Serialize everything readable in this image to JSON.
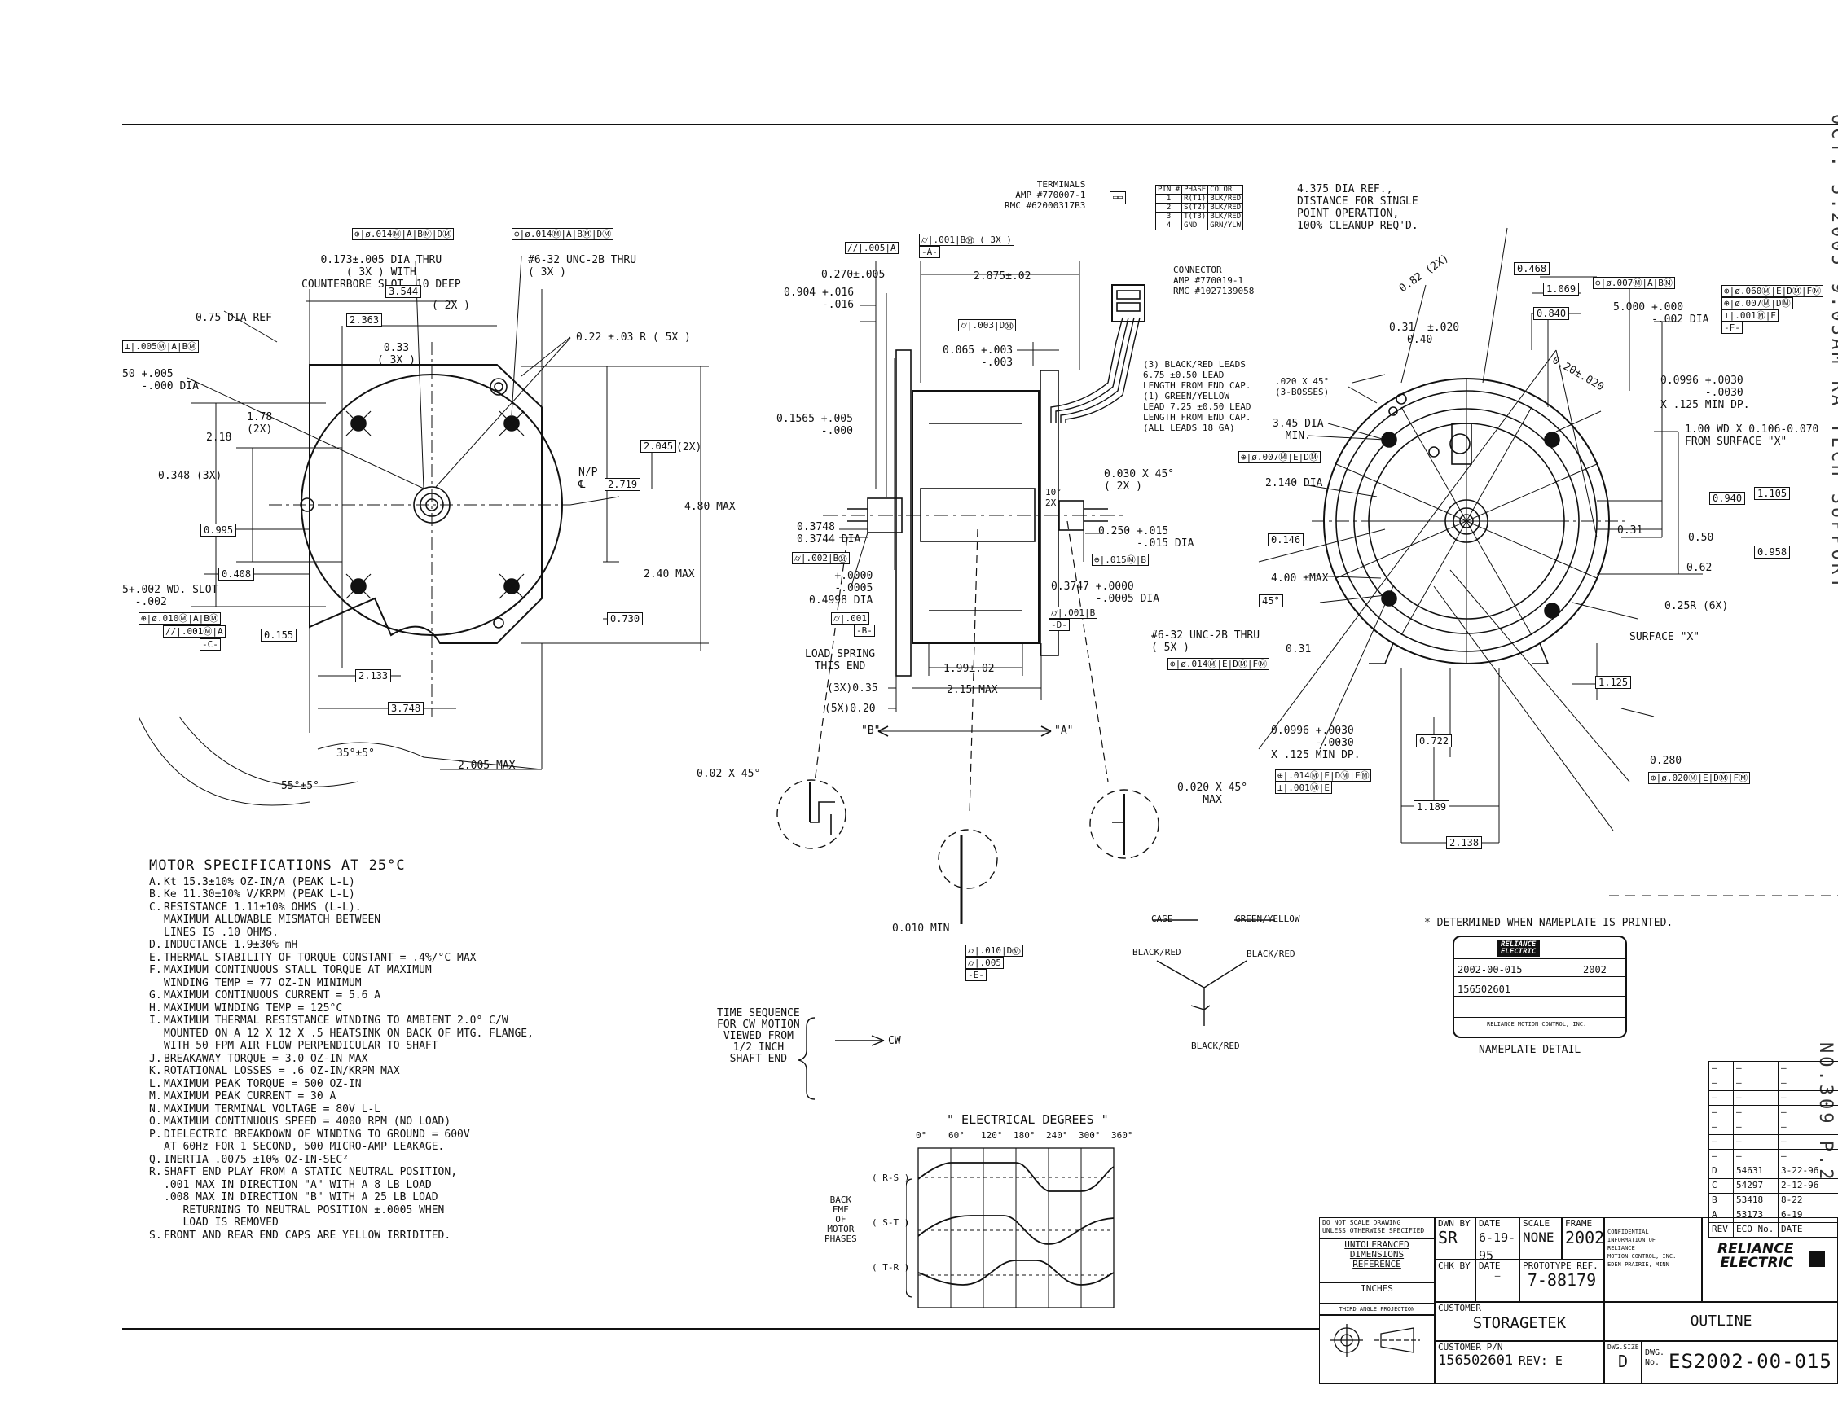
{
  "stamp": {
    "right_margin_text": "OCT. 5.2005 9:03AM RA TECH SUPPORT",
    "fax_no": "NO.309 P.2"
  },
  "front_view": {
    "fcf_top_left": "⊕|ø.014Ⓜ|A|BⓂ|DⓂ",
    "fcf_top_right": "⊕|ø.014Ⓜ|A|BⓂ|DⓂ",
    "hole_note": "0.173±.005 DIA THRU\n( 3X ) WITH\nCOUNTERBORE SLOT .10 DEEP",
    "tapped_note": "#6-32 UNC-2B THRU\n( 3X )",
    "dim_544": "3.544",
    "dim_544_qty": "( 2X )",
    "dia_ref": "0.75 DIA REF",
    "dim_2363": "2.363",
    "dim_033": "0.33\n( 3X )",
    "radius_note": "0.22 ±.03 R ( 5X )",
    "fcf_left": "⊥|.005Ⓜ|A|BⓂ",
    "dia_left": "50 +.005\n   -.000 DIA",
    "dim_218": "2.18",
    "dim_178": "1.78\n(2X)",
    "dim_0348": "0.348 (3X)",
    "dim_0995": "0.995",
    "dim_2045": "2.045",
    "dim_2045_qty": "(2X)",
    "np_label": "N/P\n℄",
    "dim_2719": "2.719",
    "dim_480": "4.80 MAX",
    "dim_240": "2.40 MAX",
    "dim_0408": "0.408",
    "slot_note": "5+.002 WD. SLOT\n  -.002",
    "fcf_slot": "⊕|ø.010Ⓜ|A|BⓂ",
    "datum_c_fcf": "//|.001Ⓜ|A",
    "datum_c": "-C-",
    "dim_0155": "0.155",
    "dim_0730": "0.730",
    "dim_2133": "2.133",
    "dim_3748": "3.748",
    "ang_35": "35°±5°",
    "ang_55": "55°±5°",
    "dim_2005": "2.005 MAX"
  },
  "side_view": {
    "terminals": "TERMINALS\nAMP #770007-1\nRMC #62000317B3",
    "pin_table_header": [
      "PIN #",
      "PHASE",
      "COLOR"
    ],
    "pin_table": [
      [
        "1",
        "R(T1)",
        "BLK/RED"
      ],
      [
        "2",
        "S(T2)",
        "BLK/RED"
      ],
      [
        "3",
        "T(T3)",
        "BLK/RED"
      ],
      [
        "4",
        "GND",
        "GRN/YLW"
      ]
    ],
    "connector": "CONNECTOR\nAMP #770019-1\nRMC #1027139058",
    "leads_note": "(3) BLACK/RED LEADS\n6.75 ±0.50 LEAD\nLENGTH FROM END CAP.\n(1) GREEN/YELLOW\nLEAD 7.25 ±0.50 LEAD\nLENGTH FROM END CAP.\n(ALL LEADS 18 GA)",
    "fcf_a": "//|.005|A",
    "fcf_a2": "⌭|.001|BⓂ ( 3X )",
    "datum_a": "-A-",
    "dim_0270": "0.270±.005",
    "dim_2875": "2.875±.02",
    "fcf_d": "⌭|.003|DⓂ",
    "dim_0904": "0.904 +.016\n      -.016",
    "dim_0065": "0.065 +.003\n      -.003",
    "dim_01565": "0.1565 +.005\n       -.000",
    "chamfer_2x": "0.030 X 45°\n( 2X )",
    "dim_0250": "0.250 +.015\n      -.015 DIA",
    "fcf_0158": "⊕|.015Ⓜ|B",
    "dim_03748": "0.3748\n0.3744 DIA",
    "fcf_002b": "⌭|.002|BⓂ",
    "dim_04998": "+.0000\n-.0005\n0.4998 DIA",
    "fcf_001b": "⌭|.001",
    "datum_b": "-B-",
    "dim_03747": "0.3747 +.0000\n       -.0005 DIA",
    "fcf_001d": "⌭|.001|B",
    "datum_d": "-D-",
    "load_spring": "LOAD SPRING\nTHIS END",
    "dim_035": "(3X)0.35",
    "dim_020": "(5X)0.20",
    "dim_199": "1.99±.02",
    "dim_215": "2.15 MAX",
    "dir_b": "\"B\"",
    "dir_a": "\"A\"",
    "chamfer_002": "0.02 X 45°",
    "chamfer_0020": "0.020 X 45°\nMAX",
    "dim_0010": "0.010 MIN",
    "fcf_e1": "⌭|.010|DⓂ",
    "fcf_e2": "⌭|.005",
    "datum_e": "-E-",
    "dim_10": "10°\n2X"
  },
  "rear_view": {
    "dia_ref_note": "4.375 DIA REF.,\nDISTANCE FOR SINGLE\nPOINT OPERATION,\n100% CLEANUP REQ'D.",
    "dim_0468": "0.468",
    "dim_1069": "1.069",
    "dim_0840": "0.840",
    "fcf_5000": "⊕|ø.007Ⓜ|A|BⓂ",
    "dim_5000": "5.000 +.000\n      -.002 DIA",
    "fcf_rt1": "⊕|ø.060Ⓜ|E|DⓂ|FⓂ",
    "fcf_rt2": "⊕|ø.007Ⓜ|DⓂ",
    "fcf_rt3": "⊥|.001Ⓜ|E",
    "datum_f": "-F-",
    "dim_082": "0.82 (2X)",
    "dim_031": "0.31",
    "dim_040": "0.40",
    "dim_020pm": "±.020",
    "dim_020_2": "0.20±.020",
    "chamfer_020": ".020 X 45°\n(3-BOSSES)",
    "dim_345": "3.45 DIA\nMIN.",
    "dim_00996": "0.0996 +.0030\n       -.0030\nX .125 MIN DP.",
    "bore_note": "1.00 WD X 0.106-0.070\nFROM SURFACE \"X\"",
    "fcf_345": "⊕|ø.007Ⓜ|E|DⓂ",
    "dim_2140": "2.140 DIA",
    "dim_0940": "0.940",
    "dim_1105": "1.105",
    "dim_0146": "0.146",
    "dim_031b": "0.31",
    "dim_050": "0.50",
    "dim_400": "4.00 ±MAX",
    "dim_062": "0.62",
    "dim_0958": "0.958",
    "ang_45": "45°",
    "dim_025r": "0.25R (6X)",
    "tap_note": "#6-32 UNC-2B THRU\n( 5X )",
    "fcf_tap": "⊕|ø.014Ⓜ|E|DⓂ|FⓂ",
    "surface_x": "SURFACE \"X\"",
    "dim_031c": "0.31",
    "dim_1125": "1.125",
    "dim_00996b": "0.0996 +.0030\n       -.0030\nX .125 MIN DP.",
    "fcf_bl1": "⊕|.014Ⓜ|E|DⓂ|FⓂ",
    "fcf_bl2": "⊥|.001Ⓜ|E",
    "dim_0722": "0.722",
    "dim_0280": "0.280",
    "fcf_0280": "⊕|ø.020Ⓜ|E|DⓂ|FⓂ",
    "dim_1189": "1.189",
    "dim_2138": "2.138"
  },
  "motor_specs": {
    "title": "MOTOR SPECIFICATIONS AT 25°C",
    "items": [
      {
        "k": "A.",
        "v": "Kt 15.3±10% OZ-IN/A (PEAK L-L)"
      },
      {
        "k": "B.",
        "v": "Ke 11.30±10% V/KRPM (PEAK L-L)"
      },
      {
        "k": "C.",
        "v": "RESISTANCE 1.11±10% OHMS (L-L).\nMAXIMUM ALLOWABLE MISMATCH BETWEEN\nLINES IS .10 OHMS."
      },
      {
        "k": "D.",
        "v": "INDUCTANCE 1.9±30% mH"
      },
      {
        "k": "E.",
        "v": "THERMAL STABILITY OF TORQUE CONSTANT = .4%/°C MAX"
      },
      {
        "k": "F.",
        "v": "MAXIMUM CONTINUOUS STALL TORQUE AT MAXIMUM\nWINDING TEMP = 77 OZ-IN MINIMUM"
      },
      {
        "k": "G.",
        "v": "MAXIMUM CONTINUOUS CURRENT = 5.6 A"
      },
      {
        "k": "H.",
        "v": "MAXIMUM WINDING TEMP = 125°C"
      },
      {
        "k": "I.",
        "v": "MAXIMUM THERMAL RESISTANCE WINDING TO AMBIENT 2.0° C/W\nMOUNTED ON A 12 X 12 X .5 HEATSINK ON BACK OF MTG. FLANGE,\nWITH 50 FPM AIR FLOW PERPENDICULAR TO SHAFT"
      },
      {
        "k": "J.",
        "v": "BREAKAWAY TORQUE = 3.0 OZ-IN MAX"
      },
      {
        "k": "K.",
        "v": "ROTATIONAL LOSSES = .6 OZ-IN/KRPM MAX"
      },
      {
        "k": "L.",
        "v": "MAXIMUM PEAK TORQUE = 500 OZ-IN"
      },
      {
        "k": "M.",
        "v": "MAXIMUM PEAK CURRENT = 30 A"
      },
      {
        "k": "N.",
        "v": "MAXIMUM TERMINAL VOLTAGE = 80V L-L"
      },
      {
        "k": "O.",
        "v": "MAXIMUM CONTINUOUS SPEED = 4000 RPM (NO LOAD)"
      },
      {
        "k": "P.",
        "v": "DIELECTRIC BREAKDOWN OF WINDING TO GROUND = 600V\nAT 60Hz FOR 1 SECOND, 500 MICRO-AMP LEAKAGE."
      },
      {
        "k": "Q.",
        "v": "INERTIA .0075 ±10% OZ-IN-SEC²"
      },
      {
        "k": "R.",
        "v": "SHAFT END PLAY FROM A STATIC NEUTRAL POSITION,\n.001 MAX IN DIRECTION \"A\" WITH A 8 LB LOAD\n.008 MAX IN DIRECTION \"B\" WITH A 25 LB LOAD\n   RETURNING TO NEUTRAL POSITION ±.0005 WHEN\n   LOAD IS REMOVED"
      },
      {
        "k": "S.",
        "v": "FRONT AND REAR END CAPS ARE YELLOW IRRIDITED."
      }
    ]
  },
  "timing": {
    "time_sequence": "TIME SEQUENCE\nFOR CW MOTION\nVIEWED FROM\n1/2 INCH\nSHAFT END",
    "cw": "CW",
    "title": "\" ELECTRICAL DEGREES \"",
    "degrees": [
      "0°",
      "60°",
      "120°",
      "180°",
      "240°",
      "300°",
      "360°"
    ],
    "phases": [
      "( R-S )",
      "( S-T )",
      "( T-R )"
    ],
    "side_label": "BACK\nEMF\nOF\nMOTOR\nPHASES"
  },
  "wye": {
    "case": "CASE",
    "gy": "GREEN/YELLOW",
    "br1": "BLACK/RED",
    "br2": "BLACK/RED",
    "br3": "BLACK/RED"
  },
  "nameplate": {
    "note": "* DETERMINED WHEN NAMEPLATE IS PRINTED.",
    "brand": "RELIANCE\nELECTRIC",
    "part_no": "2002-00-015",
    "model_no": "2002",
    "cust_part": "156502601",
    "company": "RELIANCE MOTION CONTROL, INC.",
    "label": "NAMEPLATE DETAIL"
  },
  "revisions": {
    "rows": [
      [
        "D",
        "54631",
        "3-22-96"
      ],
      [
        "C",
        "54297",
        "2-12-96"
      ],
      [
        "B",
        "53418",
        "8-22"
      ],
      [
        "A",
        "53173",
        "6-19"
      ]
    ],
    "header": [
      "REV",
      "ECO No.",
      "DATE"
    ]
  },
  "title_block": {
    "note1": "DO NOT SCALE DRAWING\nUNLESS OTHERWISE SPECIFIED",
    "note2": "UNTOLERANCED\nDIMENSIONS\nREFERENCE",
    "inches": "INCHES",
    "projection": "THIRD ANGLE PROJECTION",
    "dwn_by_label": "DWN BY",
    "dwn_by": "SR",
    "date_label": "DATE",
    "date": "6-19-95",
    "scale_label": "SCALE",
    "scale": "NONE",
    "frame_label": "FRAME",
    "frame": "2002",
    "chk_by_label": "CHK BY",
    "date2_label": "DATE",
    "proto_label": "PROTOTYPE REF.",
    "proto": "7-88179",
    "customer_label": "CUSTOMER",
    "customer": "STORAGETEK",
    "cust_pn_label": "CUSTOMER P/N",
    "cust_pn": "156502601",
    "rev": "REV: E",
    "dwg_size_label": "DWG.SIZE",
    "dwg_size": "D",
    "confidential": "CONFIDENTIAL\nINFORMATION OF\nRELIANCE\nMOTION CONTROL, INC.\nEDEN PRAIRIE, MINN",
    "logo": "RELIANCE\nELECTRIC",
    "outline": "OUTLINE",
    "dwg_no_label": "DWG.\nNo.",
    "dwg_no": "ES2002-00-015"
  }
}
